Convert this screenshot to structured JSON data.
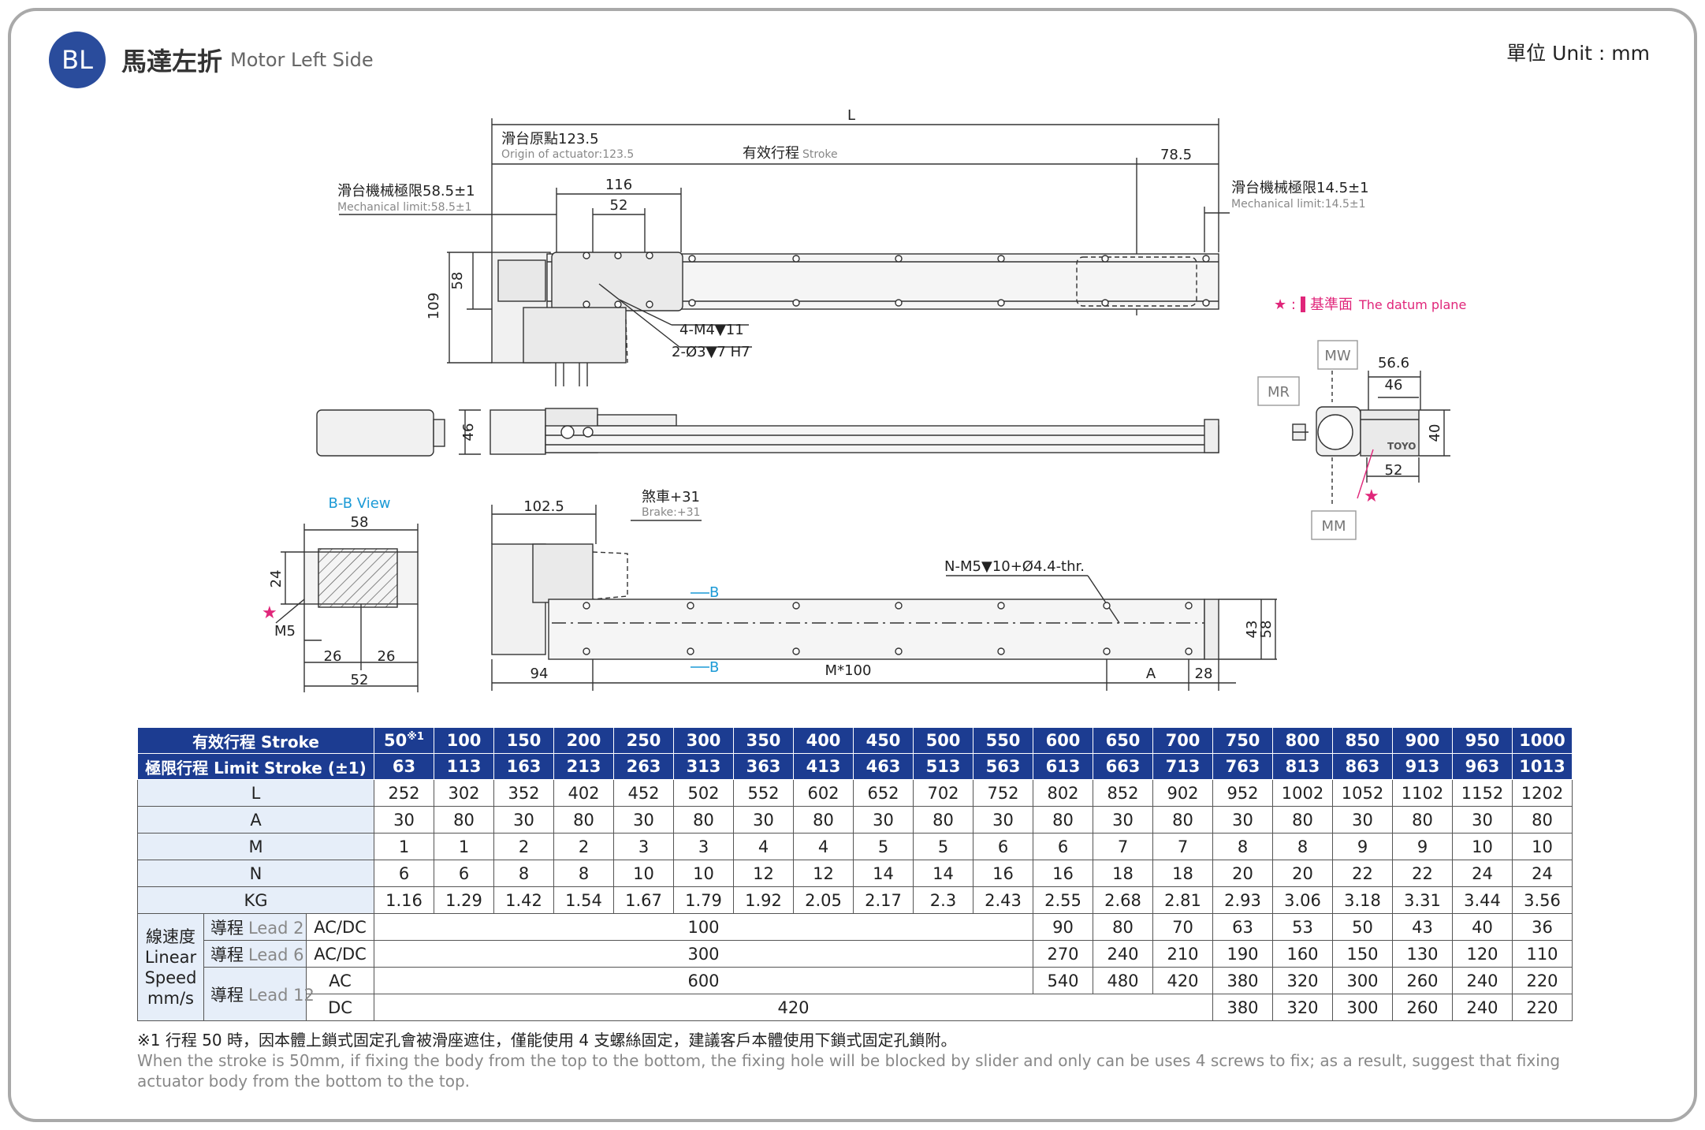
{
  "header": {
    "badge": "BL",
    "title": "馬達左折",
    "subtitle": "Motor Left Side",
    "unit": "單位 Unit : mm"
  },
  "drawing": {
    "L": "L",
    "origin_zh": "滑台原點123.5",
    "origin_en": "Origin of actuator:123.5",
    "stroke_zh": "有效行程",
    "stroke_en": "Stroke",
    "dim_785": "78.5",
    "mech_left_zh": "滑台機械極限58.5±1",
    "mech_left_en": "Mechanical limit:58.5±1",
    "mech_right_zh": "滑台機械極限14.5±1",
    "mech_right_en": "Mechanical limit:14.5±1",
    "dim_116": "116",
    "dim_52": "52",
    "dim_58": "58",
    "dim_109": "109",
    "hole_m4": "4-M4▼11",
    "hole_o3": "2-Ø3▼7 H7",
    "datum_star": "★ :",
    "datum_zh": "基準面",
    "datum_en": "The datum plane",
    "dim_46": "46",
    "mw": "MW",
    "mr": "MR",
    "mm": "MM",
    "dim_566": "56.6",
    "dim_46b": "46",
    "dim_40": "40",
    "dim_52b": "52",
    "bb_view": "B-B View",
    "bb_58": "58",
    "bb_24": "24",
    "bb_m5": "M5",
    "bb_26a": "26",
    "bb_26b": "26",
    "bb_52": "52",
    "dim_1025": "102.5",
    "brake_zh": "煞車+31",
    "brake_en": "Brake:+31",
    "thread": "N-M5▼10+Ø4.4-thr.",
    "b_mark": "B",
    "b_mark2": "B",
    "dim_94": "94",
    "m100": "M*100",
    "dim_A": "A",
    "dim_28": "28",
    "dim_43": "43",
    "dim_58b": "58",
    "brand": "TOYO"
  },
  "table": {
    "stroke_label": "有效行程 Stroke",
    "strokes": [
      "50",
      "100",
      "150",
      "200",
      "250",
      "300",
      "350",
      "400",
      "450",
      "500",
      "550",
      "600",
      "650",
      "700",
      "750",
      "800",
      "850",
      "900",
      "950",
      "1000"
    ],
    "stroke_note": "※1",
    "limit_label": "極限行程 Limit Stroke (±1)",
    "limits": [
      "63",
      "113",
      "163",
      "213",
      "263",
      "313",
      "363",
      "413",
      "463",
      "513",
      "563",
      "613",
      "663",
      "713",
      "763",
      "813",
      "863",
      "913",
      "963",
      "1013"
    ],
    "rows": [
      {
        "label": "L",
        "values": [
          "252",
          "302",
          "352",
          "402",
          "452",
          "502",
          "552",
          "602",
          "652",
          "702",
          "752",
          "802",
          "852",
          "902",
          "952",
          "1002",
          "1052",
          "1102",
          "1152",
          "1202"
        ]
      },
      {
        "label": "A",
        "values": [
          "30",
          "80",
          "30",
          "80",
          "30",
          "80",
          "30",
          "80",
          "30",
          "80",
          "30",
          "80",
          "30",
          "80",
          "30",
          "80",
          "30",
          "80",
          "30",
          "80"
        ]
      },
      {
        "label": "M",
        "values": [
          "1",
          "1",
          "2",
          "2",
          "3",
          "3",
          "4",
          "4",
          "5",
          "5",
          "6",
          "6",
          "7",
          "7",
          "8",
          "8",
          "9",
          "9",
          "10",
          "10"
        ]
      },
      {
        "label": "N",
        "values": [
          "6",
          "6",
          "8",
          "8",
          "10",
          "10",
          "12",
          "12",
          "14",
          "14",
          "16",
          "16",
          "18",
          "18",
          "20",
          "20",
          "22",
          "22",
          "24",
          "24"
        ]
      },
      {
        "label": "KG",
        "values": [
          "1.16",
          "1.29",
          "1.42",
          "1.54",
          "1.67",
          "1.79",
          "1.92",
          "2.05",
          "2.17",
          "2.3",
          "2.43",
          "2.55",
          "2.68",
          "2.81",
          "2.93",
          "3.06",
          "3.18",
          "3.31",
          "3.44",
          "3.56"
        ]
      }
    ],
    "speed": {
      "label_zh": "線速度",
      "label_en1": "Linear",
      "label_en2": "Speed",
      "label_unit": "mm/s",
      "lead_zh": "導程",
      "lead2": "Lead 2",
      "lead6": "Lead 6",
      "lead12": "Lead 12",
      "acdc": "AC/DC",
      "ac": "AC",
      "dc": "DC",
      "lead2_merged": "100",
      "lead2_values": [
        "90",
        "80",
        "70",
        "63",
        "53",
        "50",
        "43",
        "40",
        "36"
      ],
      "lead6_merged": "300",
      "lead6_values": [
        "270",
        "240",
        "210",
        "190",
        "160",
        "150",
        "130",
        "120",
        "110"
      ],
      "lead12_ac_merged": "600",
      "lead12_ac_values": [
        "540",
        "480",
        "420",
        "380",
        "320",
        "300",
        "260",
        "240",
        "220"
      ],
      "lead12_dc_merged": "420",
      "lead12_dc_values": [
        "380",
        "320",
        "300",
        "260",
        "240",
        "220"
      ]
    }
  },
  "note": {
    "zh": "※1 行程 50 時，因本體上鎖式固定孔會被滑座遮住，僅能使用 4 支螺絲固定，建議客戶本體使用下鎖式固定孔鎖附。",
    "en": "When the stroke is 50mm, if fixing the body from the top to the bottom, the fixing hole will be blocked by slider and only can be uses 4 screws to fix; as a result, suggest that fixing actuator body from the bottom to the top."
  }
}
